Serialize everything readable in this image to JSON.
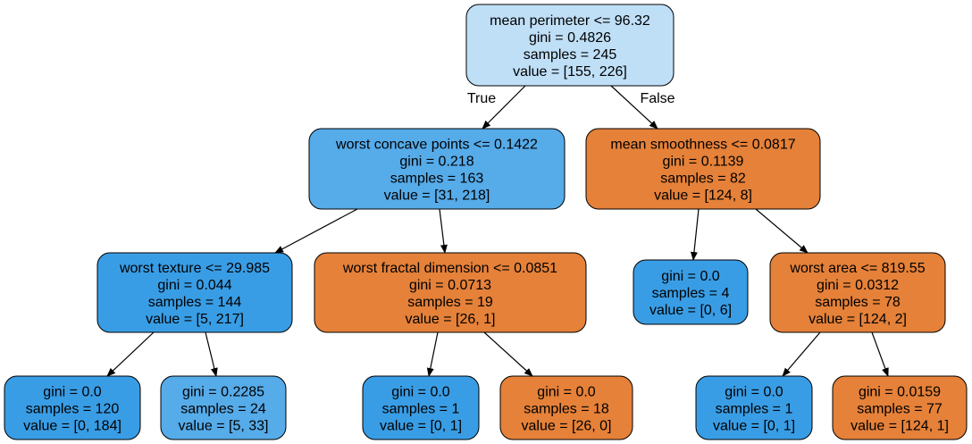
{
  "colors": {
    "blue_dark": "#399de5",
    "blue_medium": "#56abe9",
    "blue_light": "#bfdff7",
    "orange": "#e58139",
    "border": "#000000"
  },
  "edge_labels": {
    "true_label": "True",
    "false_label": "False"
  },
  "nodes": [
    {
      "id": "n0",
      "lines": [
        "mean perimeter <= 96.32",
        "gini = 0.4826",
        "samples = 245",
        "value = [155, 226]"
      ],
      "fill": "blue_light"
    },
    {
      "id": "n1",
      "lines": [
        "worst concave points <= 0.1422",
        "gini = 0.218",
        "samples = 163",
        "value = [31, 218]"
      ],
      "fill": "blue_medium"
    },
    {
      "id": "n2",
      "lines": [
        "mean smoothness <= 0.0817",
        "gini = 0.1139",
        "samples = 82",
        "value = [124, 8]"
      ],
      "fill": "orange"
    },
    {
      "id": "n3",
      "lines": [
        "worst texture <= 29.985",
        "gini = 0.044",
        "samples = 144",
        "value = [5, 217]"
      ],
      "fill": "blue_dark"
    },
    {
      "id": "n4",
      "lines": [
        "worst fractal dimension <= 0.0851",
        "gini = 0.0713",
        "samples = 19",
        "value = [26, 1]"
      ],
      "fill": "orange"
    },
    {
      "id": "n5",
      "lines": [
        "gini = 0.0",
        "samples = 4",
        "value = [0, 6]"
      ],
      "fill": "blue_dark"
    },
    {
      "id": "n6",
      "lines": [
        "worst area <= 819.55",
        "gini = 0.0312",
        "samples = 78",
        "value = [124, 2]"
      ],
      "fill": "orange"
    },
    {
      "id": "n7",
      "lines": [
        "gini = 0.0",
        "samples = 120",
        "value = [0, 184]"
      ],
      "fill": "blue_dark"
    },
    {
      "id": "n8",
      "lines": [
        "gini = 0.2285",
        "samples = 24",
        "value = [5, 33]"
      ],
      "fill": "blue_medium"
    },
    {
      "id": "n9",
      "lines": [
        "gini = 0.0",
        "samples = 1",
        "value = [0, 1]"
      ],
      "fill": "blue_dark"
    },
    {
      "id": "n10",
      "lines": [
        "gini = 0.0",
        "samples = 18",
        "value = [26, 0]"
      ],
      "fill": "orange"
    },
    {
      "id": "n11",
      "lines": [
        "gini = 0.0",
        "samples = 1",
        "value = [0, 1]"
      ],
      "fill": "blue_dark"
    },
    {
      "id": "n12",
      "lines": [
        "gini = 0.0159",
        "samples = 77",
        "value = [124, 1]"
      ],
      "fill": "orange"
    }
  ]
}
